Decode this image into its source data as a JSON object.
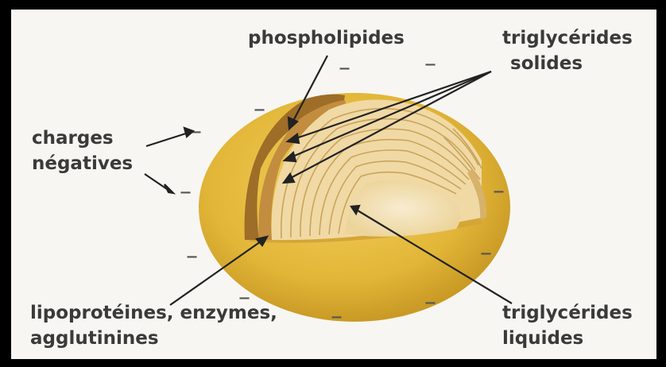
{
  "labels": {
    "phospholipides": "phospholipides",
    "tg_solides_1": "triglycérides",
    "tg_solides_2": "solides",
    "charges_1": "charges",
    "charges_2": "négatives",
    "lipo_1": "lipoprotéines, enzymes,",
    "lipo_2": "agglutinines",
    "tg_liquides_1": "triglycérides",
    "tg_liquides_2": "liquides"
  },
  "charge_sign": "–",
  "colors": {
    "outer_membrane": "#e0b73a",
    "phospholipid_layer": "#a8772e",
    "solid_layers": "#f1dcaa",
    "liquid_core": "#f4e6c1",
    "text": "#3a3a3a"
  }
}
